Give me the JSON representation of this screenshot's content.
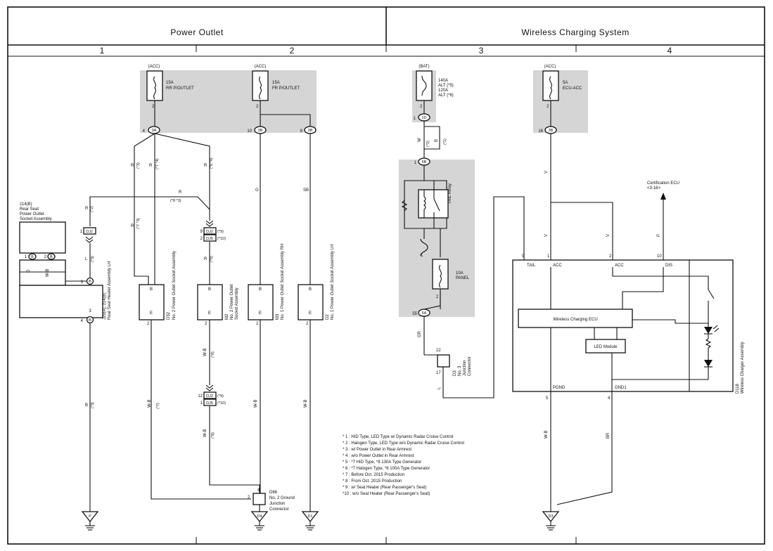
{
  "sections": [
    {
      "title": "Power Outlet"
    },
    {
      "title": "Wireless Charging System"
    }
  ],
  "columns": [
    "1",
    "2",
    "3",
    "4"
  ],
  "fuses": [
    {
      "supply": "(ACC)",
      "rating": "15A",
      "name": "RR P/OUTLET",
      "pin": "2"
    },
    {
      "supply": "(ACC)",
      "rating": "15A",
      "name": "FR P/OUTLET",
      "pin": "2"
    },
    {
      "supply": "(BAT)",
      "rating": "140A",
      "name": "ALT (*5)",
      "rating2": "120A",
      "name2": "ALT (*6)",
      "pin": "2"
    },
    {
      "supply": "(ACC)",
      "rating": "5A",
      "name": "ECU-ACC",
      "pin": "2"
    }
  ],
  "panel_fuse": {
    "rating": "10A",
    "name": "PANEL",
    "pin_top": "1",
    "pin_bottom": "2"
  },
  "relay": {
    "name": "TAIL Relay"
  },
  "connectors": {
    "c_3a": {
      "pin": "4",
      "code": "3A"
    },
    "c_3b_1": {
      "pin": "10",
      "code": "3B"
    },
    "c_3b_2": {
      "pin": "8",
      "code": "3B"
    },
    "c_3b_3": {
      "pin": "16",
      "code": "3B"
    },
    "c_1d": {
      "pin": "1",
      "code": "1D"
    },
    "c_5b": {
      "pin": "1",
      "code": "5B"
    },
    "c_5a": {
      "pin": "55",
      "code": "5A"
    },
    "c_dj2": {
      "pin": "1",
      "code": "DJ2"
    },
    "c_dj2_top": {
      "pin": "9",
      "code": "DJ2",
      "note": "(*9)"
    },
    "c_dj5_top": {
      "pin": "2",
      "code": "DJ5",
      "note": "(*10)"
    },
    "c_dj2_bot": {
      "pin": "12",
      "code": "DJ2",
      "note": "(*9)"
    },
    "c_dj5_bot": {
      "pin": "1",
      "code": "DJ5",
      "note": "(*10)"
    }
  },
  "wires": {
    "r1": "R",
    "r1n": "(*3)",
    "r2": "R",
    "r2n": "(*7 *4)",
    "r3": "R",
    "r3n": "(*8 *4)",
    "r4": "R",
    "r4n": "(*8 *3)",
    "r5": "R",
    "r5n": "(*2)",
    "r6": "R",
    "r6n": "(*7 *3)",
    "r7": "R",
    "r7n": "(*8)",
    "l1": "L",
    "l1n": "(*3)",
    "b1": "B",
    "b1n": "(*3)",
    "g1": "G",
    "sb1": "SB",
    "wb1": "W-B",
    "wb1n": "(*7)",
    "wb2": "W-B",
    "wb2n": "(*8)",
    "wb3": "W-B",
    "wb3n": "(*8)",
    "wb4": "W-B",
    "wb5": "W-B",
    "wb6": "W-B",
    "w1": "W",
    "w1n": "(*2)",
    "b2": "B",
    "b2n": "(*1)",
    "gr": "GR",
    "l2": "L",
    "v1": "V",
    "v2": "V",
    "v3": "V",
    "p1": "P",
    "br": "BR"
  },
  "components": {
    "z14": {
      "code": "z14(B)",
      "name": "Rear Seat",
      "name2": "Power Outlet",
      "name3": "Socket Assembly"
    },
    "j29": {
      "code": "J29(A), z14(B)",
      "name": "Rear Seat Heater Assembly LH",
      "pin_ct": "1",
      "pin_ct2": "2",
      "code_b": "B",
      "pin_b": "3",
      "pin_e": "4",
      "wire_g": "G",
      "wire_vb": "W-B"
    },
    "d32": {
      "code": "D32",
      "name": "No. 2 Power Outlet Socket Assembly",
      "pin_b": "B",
      "pin_e": "E",
      "pin_num": "2"
    },
    "m2": {
      "code": "M2",
      "name": "No. 2 Power Outlet",
      "name2": "Socket Assembly",
      "pin_b": "B",
      "pin_e": "E",
      "pin_num": "2"
    },
    "m3": {
      "code": "M3",
      "name": "No. 1 Power Outlet Socket Assembly RH",
      "pin_b": "B",
      "pin_e": "E",
      "pin_num": "2"
    },
    "d2": {
      "code": "D2",
      "name": "No. 1 Power Outlet Socket Assembly LH",
      "pin_b": "B",
      "pin_e": "E",
      "pin_num": "2"
    },
    "d86": {
      "code": "D86",
      "name": "No. 2 Ground",
      "name2": "Junction",
      "name3": "Connector",
      "pin_top": "4",
      "pin_left": "2"
    },
    "d3j": {
      "code": "D3",
      "name": "No. 3",
      "name2": "Junction",
      "name3": "Connector",
      "pin_top": "22",
      "pin_bottom": "17"
    },
    "charger": {
      "code": "D118",
      "name": "Wireless Charger Assembly",
      "ecu": "Wireless Charging ECU",
      "led": "LED Module",
      "pins": [
        {
          "num": "9",
          "label": "TAIL"
        },
        {
          "num": "1",
          "label": "ACC"
        },
        {
          "num": "2",
          "label": "ACC"
        },
        {
          "num": "10",
          "label": "DIS"
        },
        {
          "num": "5",
          "label": "PGND"
        },
        {
          "num": "4",
          "label": "GND1"
        }
      ]
    },
    "cert_ecu": {
      "name": "Certification ECU",
      "ref": "<3-16>"
    }
  },
  "grounds": [
    {
      "code": "P"
    },
    {
      "code": "D4"
    },
    {
      "code": "D1"
    },
    {
      "code": "D3"
    }
  ],
  "footnotes": [
    "* 1 : HID Type,  LED Type w/ Dynamic Radar Cruise Control",
    "* 2 : Halogen Type,  LED Type w/o Dynamic Radar Cruise Control",
    "* 3 : w/ Power Outlet in Rear Armrest",
    "* 4 : w/o Power Outlet in Rear Armrest",
    "* 5 : *7 HID Type, *8 130A Type Generator",
    "* 6 : *7 Halogen Type, *8 100A Type Generator",
    "* 7 : Before Oct.  2015 Production",
    "* 8 : From Oct.  2015 Production",
    "* 9 : w/ Seat Heater (Rear Passenger's Seat)",
    "*10 : w/o Seat Heater (Rear Passenger's Seat)"
  ]
}
